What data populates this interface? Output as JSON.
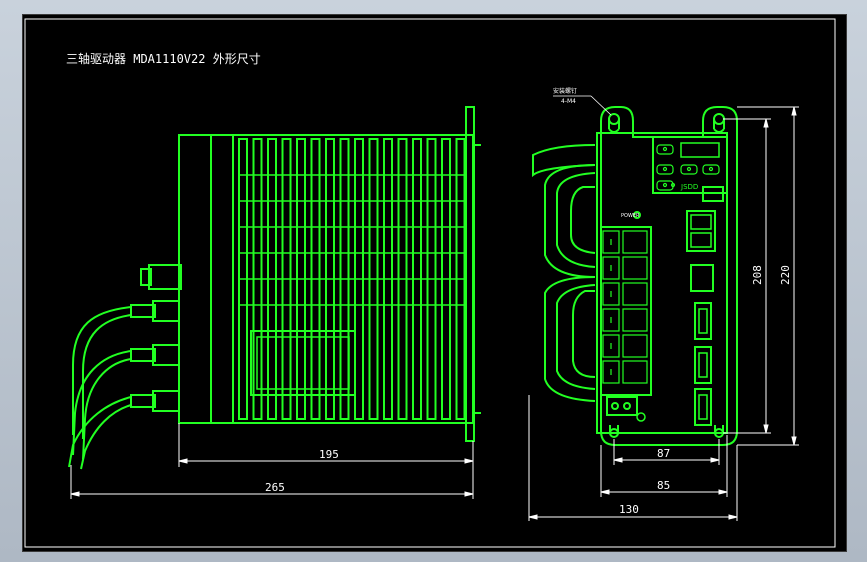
{
  "drawing": {
    "title": "三轴驱动器 MDA1110V22 外形尺寸",
    "mount_note": {
      "line1": "安装螺钉",
      "line2": "4-M4"
    },
    "brand_label": "JSDD",
    "power_label": "POWER",
    "side_view": {
      "dim_inner_width": "195",
      "dim_total_width": "265"
    },
    "front_view": {
      "dim_hole_spacing": "87",
      "dim_body_width": "85",
      "dim_total_width": "130",
      "dim_hole_height": "208",
      "dim_total_height": "220"
    }
  },
  "colors": {
    "line": "#22ff22",
    "dimension": "#ffffff",
    "background": "#000000",
    "frame": "#b9c3cf"
  }
}
